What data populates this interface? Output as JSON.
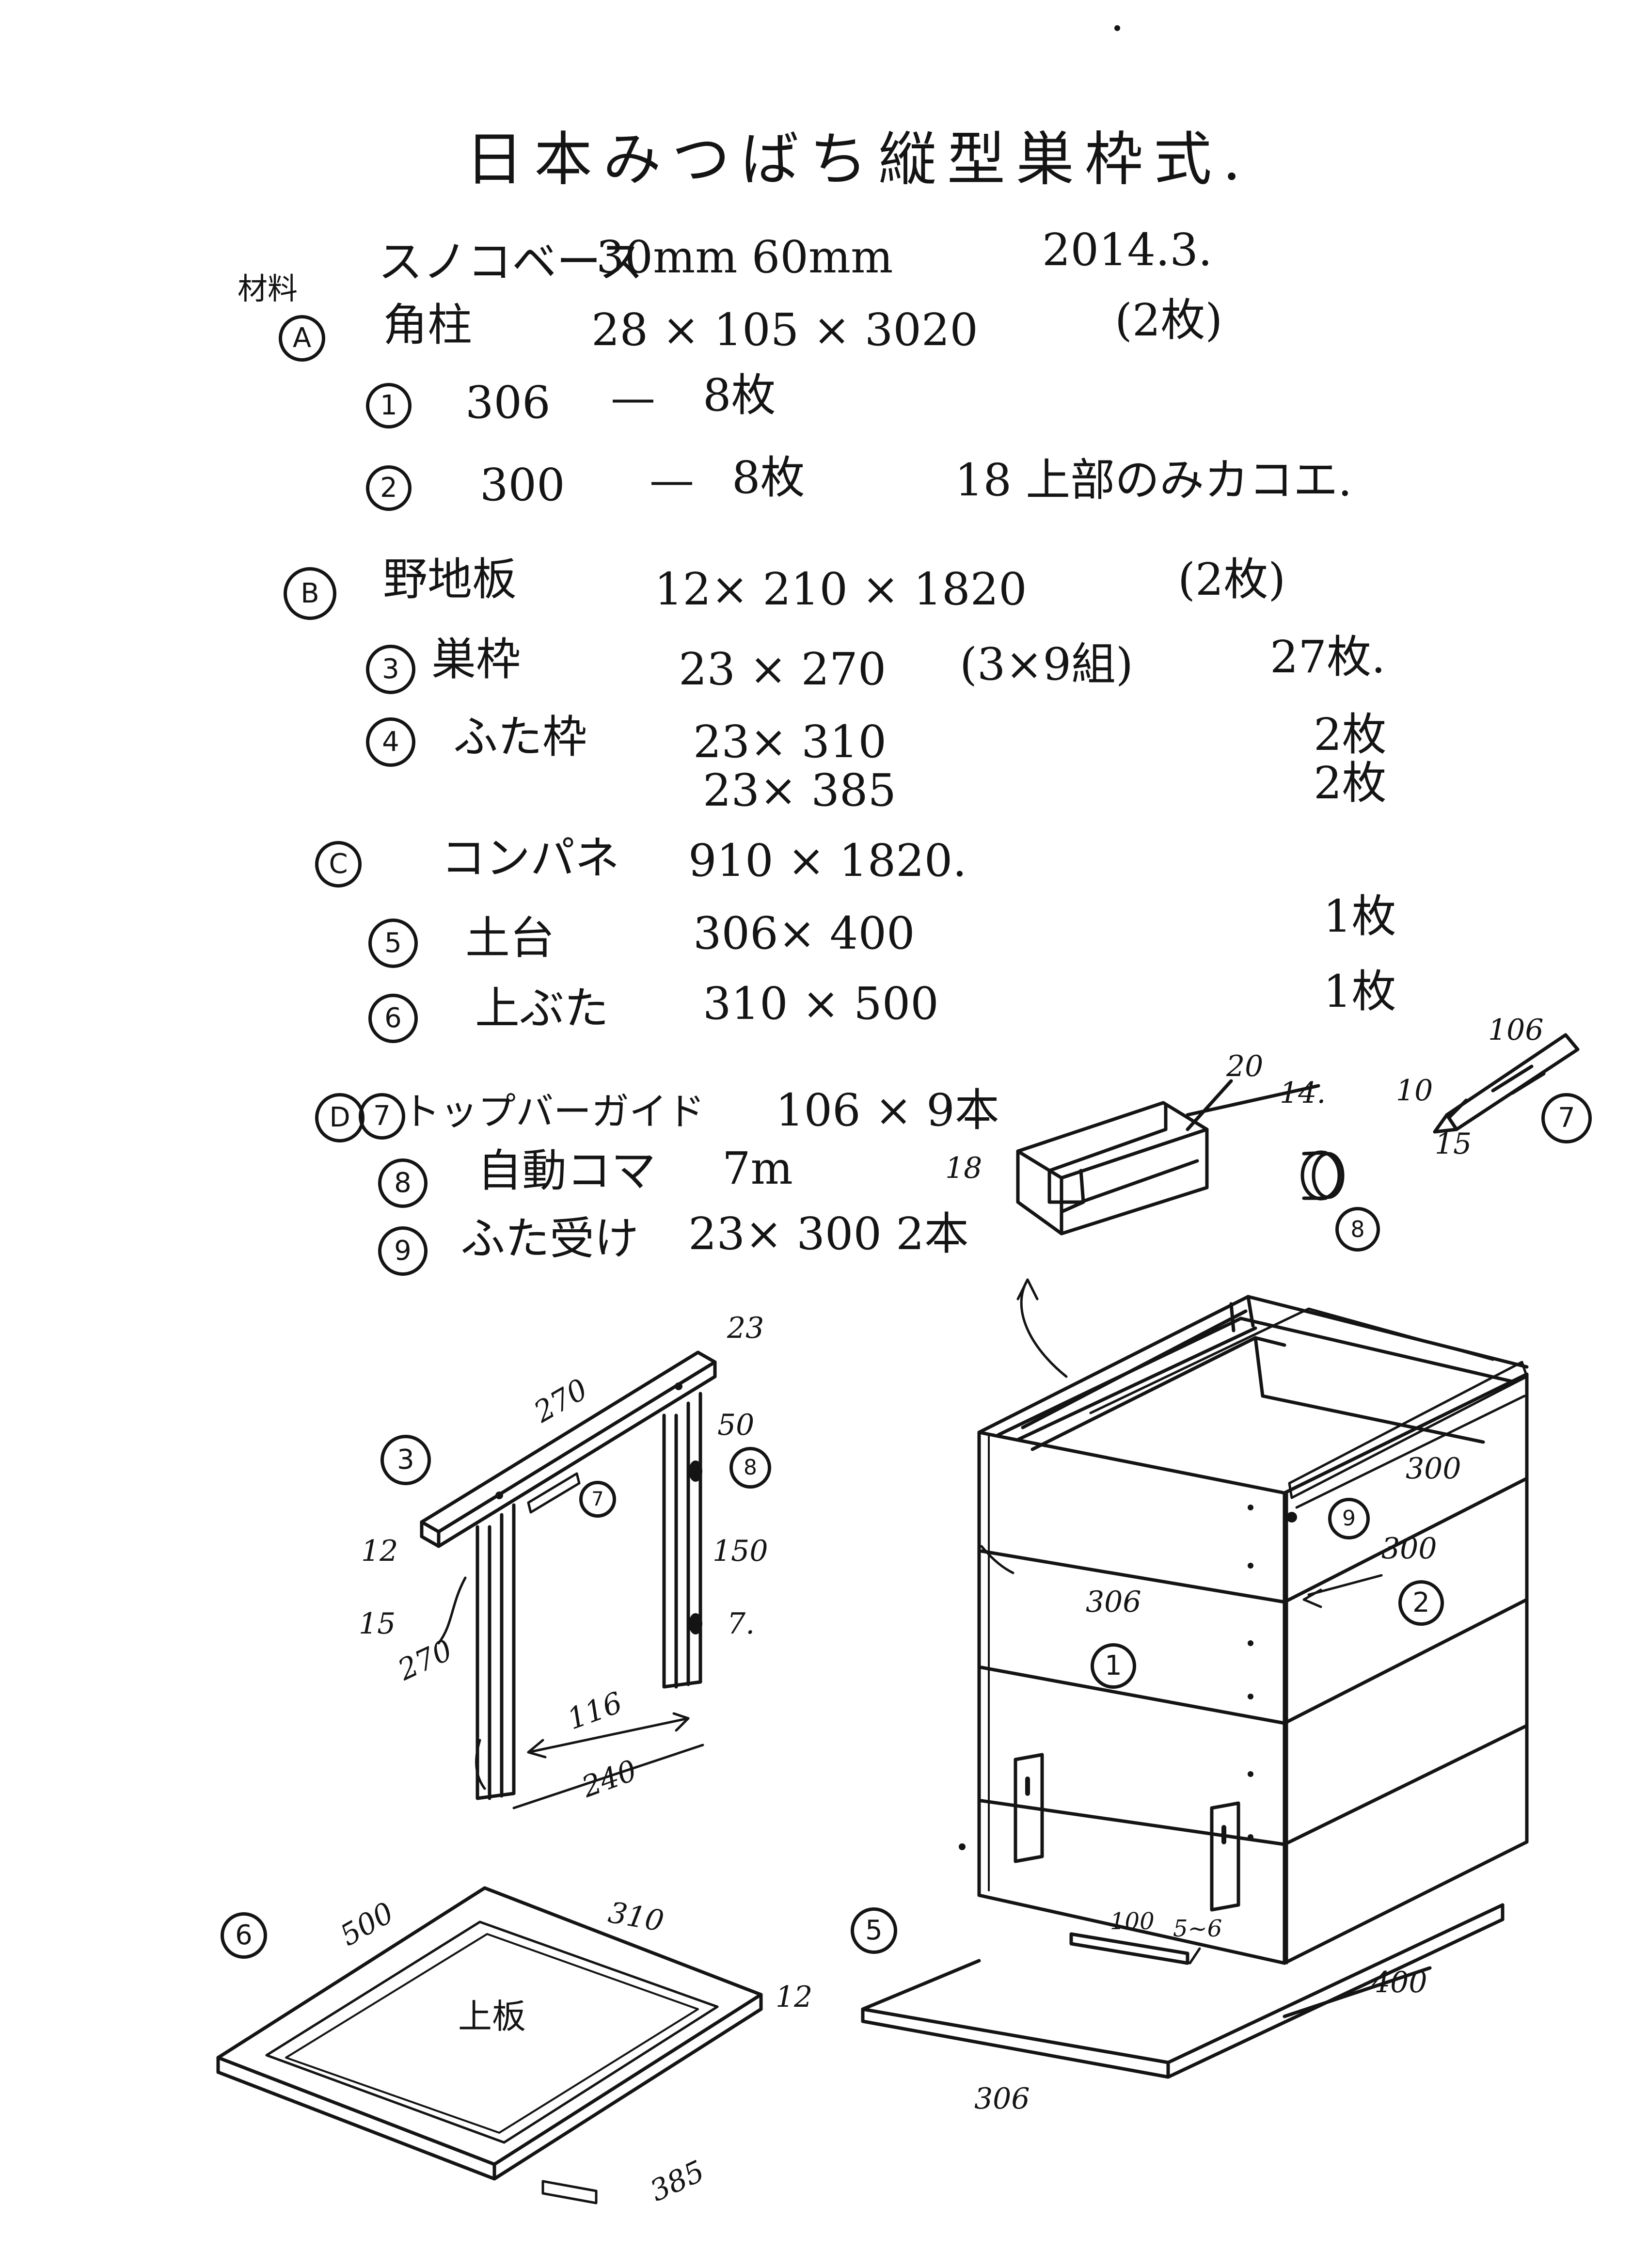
{
  "title": "日本みつばち縦型巣枠式.",
  "header_line": {
    "material": "スノコベース",
    "dims": "30mm 60mm",
    "date": "2014.3."
  },
  "materials_label": "材料",
  "sections": {
    "A": {
      "marker": "A",
      "name": "角柱",
      "spec": "28 × 105 × 3020",
      "qty": "(2枚)",
      "items": [
        {
          "num": "1",
          "size": "306",
          "dash": "—",
          "qty": "8枚",
          "note": ""
        },
        {
          "num": "2",
          "size": "300",
          "dash": "—",
          "qty": "8枚",
          "note": "18 上部のみカコエ."
        }
      ]
    },
    "B": {
      "marker": "B",
      "name": "野地板",
      "spec": "12× 210 × 1820",
      "qty": "(2枚)",
      "items": [
        {
          "num": "3",
          "name": "巣枠",
          "spec": "23 × 270",
          "extra": "(3×9組)",
          "qty": "27枚."
        },
        {
          "num": "4",
          "name": "ふた枠",
          "spec": "23× 310",
          "qty": "2枚"
        },
        {
          "num": "",
          "name": "",
          "spec": "23× 385",
          "qty": "2枚"
        }
      ]
    },
    "C": {
      "marker": "C",
      "name": "コンパネ",
      "spec": "910 × 1820.",
      "items": [
        {
          "num": "5",
          "name": "土台",
          "spec": "306× 400",
          "qty": "1枚"
        },
        {
          "num": "6",
          "name": "上ぶた",
          "spec": "310 × 500",
          "qty": "1枚"
        }
      ]
    },
    "D": {
      "marker": "D",
      "items": [
        {
          "num": "7",
          "name": "トップバーガイド",
          "spec": "106 × 9本"
        },
        {
          "num": "8",
          "name": "自動コマ",
          "spec": "7m"
        },
        {
          "num": "9",
          "name": "ふた受け",
          "spec": "23× 300 2本"
        }
      ]
    }
  },
  "drawings": {
    "profile": {
      "dim_20": "20",
      "dim_14": "14.",
      "dim_18": "18"
    },
    "wedge": {
      "dim_106": "106",
      "dim_10": "10",
      "dim_15": "15",
      "num": "7"
    },
    "stopper": {
      "num": "8"
    },
    "frame": {
      "num": "3",
      "num_guide": "7",
      "num_stop": "8",
      "dim_23": "23",
      "dim_270_top": "270",
      "dim_50": "50",
      "dim_12": "12",
      "dim_15": "15",
      "dim_150": "150",
      "dim_7": "7.",
      "dim_270_side": "270",
      "dim_116": "116",
      "dim_240": "240"
    },
    "box": {
      "num_1": "1",
      "num_2": "2",
      "num_5": "5",
      "num_9": "9",
      "dim_300_top": "300",
      "dim_300_mid": "300",
      "dim_306_front": "306",
      "dim_100": "100",
      "dim_5_6": "5~6",
      "dim_400": "400",
      "dim_306_base": "306"
    },
    "lid": {
      "num": "6",
      "dim_500": "500",
      "dim_310": "310",
      "dim_12": "12",
      "dim_385": "385",
      "label": "上板"
    }
  }
}
